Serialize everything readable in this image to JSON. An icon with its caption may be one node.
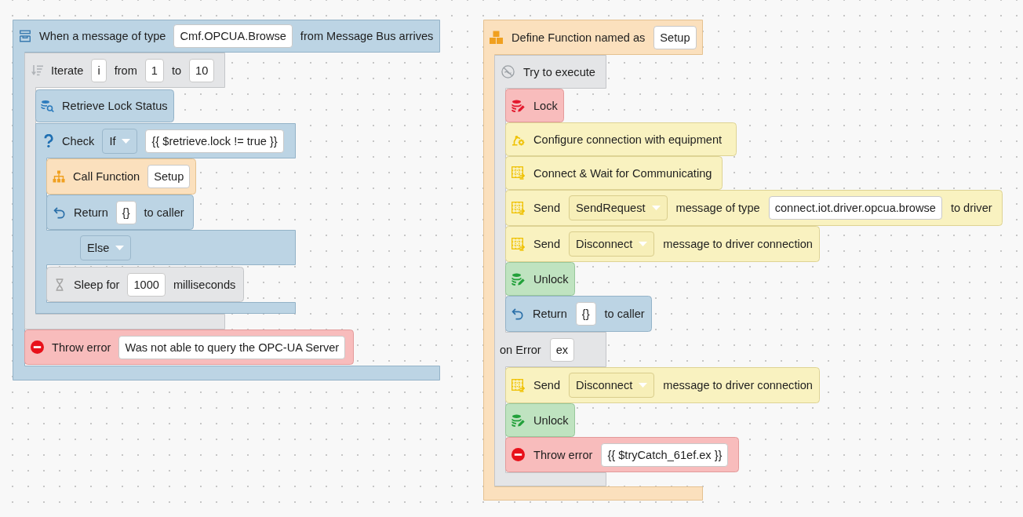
{
  "diagram": {
    "nodes": [
      {
        "text": [
          "When a message of type",
          "Cmf.OPCUA.Browse",
          "from Message Bus arrives"
        ]
      },
      {
        "text": [
          "Iterate",
          "i",
          "from",
          "1",
          "to",
          "10"
        ],
        "in": 0
      },
      {
        "text": [
          "Retrieve Lock Status"
        ],
        "in": 1
      },
      {
        "text": [
          "Check",
          "If",
          "{{ $retrieve.lock != true }}",
          "Else"
        ],
        "in": 0
      },
      {
        "text": [
          "Call Function",
          "Setup"
        ],
        "in": 3
      },
      {
        "text": [
          "Return",
          "{}",
          "to caller"
        ],
        "in": 3
      },
      {
        "text": [
          "Sleep for",
          "1000",
          "milliseconds"
        ],
        "in": 3
      },
      {
        "text": [
          "Throw error",
          "Was not able to query the OPC-UA Server"
        ],
        "in": 0
      },
      {
        "text": [
          "Define Function named as",
          "Setup"
        ]
      },
      {
        "text": [
          "Try to execute",
          "on Error",
          "ex"
        ],
        "in": 8
      },
      {
        "text": [
          "Lock"
        ],
        "in": 9
      },
      {
        "text": [
          "Configure connection with equipment"
        ]
      },
      {
        "text": [
          "Connect & Wait for Communicating"
        ]
      },
      {
        "text": [
          "Send",
          "SendRequest",
          "message of type",
          "connect.iot.driver.opcua.browse",
          "to driver"
        ]
      },
      {
        "text": [
          "Send",
          "Disconnect",
          "message to driver connection"
        ]
      },
      {
        "text": [
          "Unlock"
        ],
        "in": 9
      },
      {
        "text": [
          "Return",
          "{}",
          "to caller"
        ],
        "in": 8
      },
      {
        "text": [
          "Send",
          "Disconnect",
          "message to driver connection"
        ]
      },
      {
        "text": [
          "Unlock"
        ],
        "in": 9
      },
      {
        "text": [
          "Throw error",
          "{{ $tryCatch_61ef.ex }}"
        ]
      }
    ]
  }
}
